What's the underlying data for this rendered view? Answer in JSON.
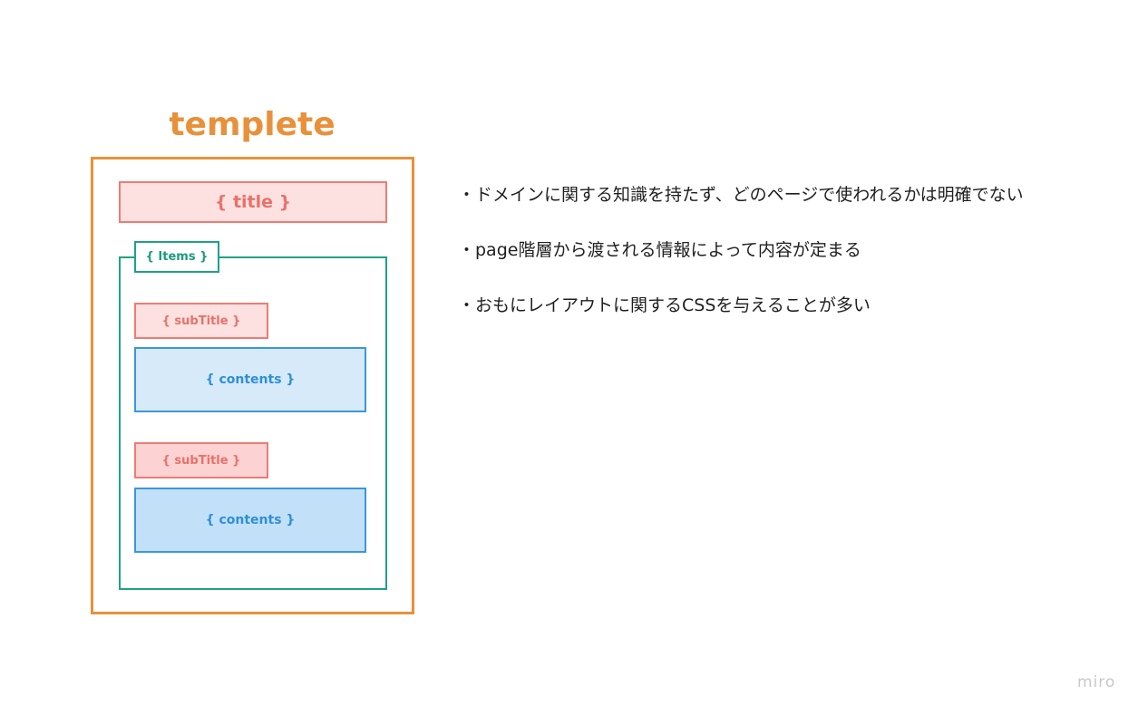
{
  "diagram": {
    "heading": "templete",
    "title_placeholder": "{ title }",
    "items_label": "{ Items }",
    "sections": [
      {
        "subtitle": "{ subTitle }",
        "contents": "{ contents }"
      },
      {
        "subtitle": "{ subTitle }",
        "contents": "{ contents }"
      }
    ]
  },
  "notes": [
    "・ドメインに関する知識を持たず、どのページで使われるかは明確でない",
    "・page階層から渡される情報によって内容が定まる",
    "・おもにレイアウトに関するCSSを与えることが多い"
  ],
  "brand": "miro",
  "colors": {
    "template_orange": "#e8913a",
    "title_red": "#ef7b74",
    "items_green": "#1fa283",
    "contents_blue": "#3b97dc"
  }
}
